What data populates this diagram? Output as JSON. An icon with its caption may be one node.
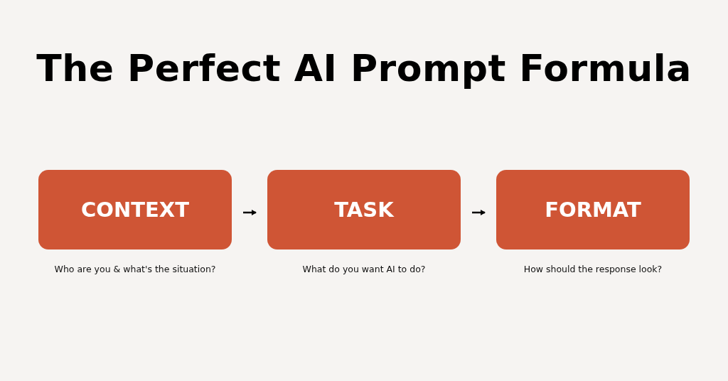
{
  "diagram": {
    "title": "The Perfect AI Prompt Formula",
    "nodes": [
      {
        "text": [
          "CONTEXT"
        ],
        "beside": [
          "Who are you & what's the situation?"
        ]
      },
      {
        "text": [
          "TASK"
        ],
        "beside": [
          "What do you want AI to do?"
        ]
      },
      {
        "text": [
          "FORMAT"
        ],
        "beside": [
          "How should the response look?"
        ]
      }
    ],
    "edges": [
      {
        "from": 0,
        "to": 1,
        "arrow": "to"
      },
      {
        "from": 1,
        "to": 2,
        "arrow": "to"
      }
    ]
  }
}
